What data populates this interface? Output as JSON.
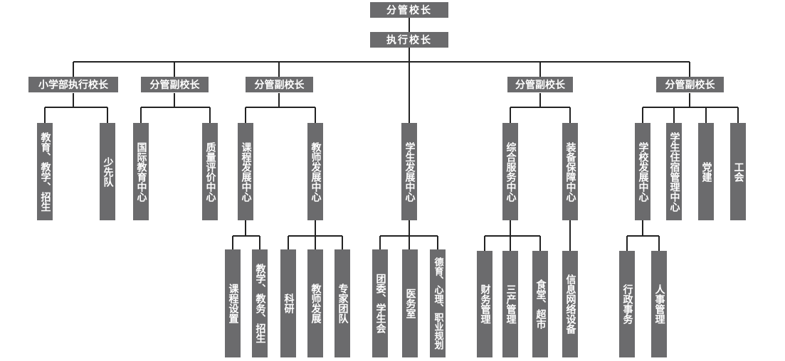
{
  "top": {
    "principal_in_charge": "分管校长",
    "executive_principal": "执行校长"
  },
  "level2": [
    "小学部执行校长",
    "分管副校长",
    "分管副校长",
    "分管副校长",
    "分管副校长"
  ],
  "level3": [
    "教育、教学、招生",
    "少先队",
    "国际教育中心",
    "质量评价中心",
    "课程发展中心",
    "教师发展中心",
    "学生发展中心",
    "综合服务中心",
    "装备保障中心",
    "学校发展中心",
    "学生住宿管理中心",
    "党建",
    "工会"
  ],
  "level4": [
    "课程设置",
    "教学、教务、招生",
    "科研",
    "教师发展",
    "专家团队",
    "团委、学生会",
    "医务室",
    "德育、心理、职业规划",
    "财务管理",
    "三产管理",
    "食堂、超市",
    "信息网络设备",
    "行政事务",
    "人事管理"
  ],
  "colors": {
    "box": "#6b6b6d",
    "line": "#222222",
    "text": "#ffffff"
  }
}
